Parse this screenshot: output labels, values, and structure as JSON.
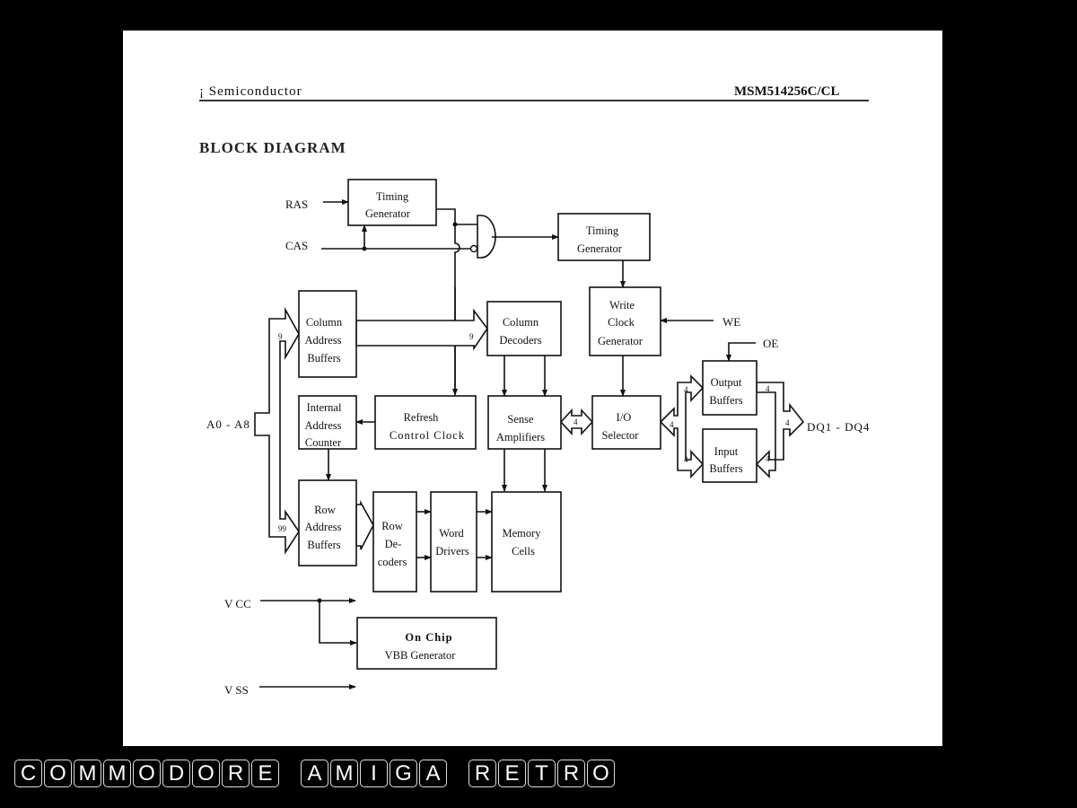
{
  "document": {
    "header_left": "¡ Semiconductor",
    "header_right": "MSM514256C/CL",
    "title": "BLOCK DIAGRAM"
  },
  "diagram": {
    "signals": {
      "ras": "RAS",
      "cas": "CAS",
      "we": "WE",
      "oe": "OE",
      "address": "A0 - A8",
      "data": "DQ1 - DQ4",
      "vcc": "V CC",
      "vss": "V SS"
    },
    "blocks": {
      "timing_gen_1": [
        "Timing",
        "Generator"
      ],
      "timing_gen_2": [
        "Timing",
        "Generator"
      ],
      "col_addr_buf": [
        "Column",
        "Address",
        "Buffers"
      ],
      "col_decoders": [
        "Column",
        "Decoders"
      ],
      "write_clock": [
        "Write",
        "Clock",
        "Generator"
      ],
      "int_addr_counter": [
        "Internal",
        "Address",
        "Counter"
      ],
      "refresh_clock": [
        "Refresh",
        "Control Clock"
      ],
      "sense_amps": [
        "Sense",
        "Amplifiers"
      ],
      "io_selector": [
        "I/O",
        "Selector"
      ],
      "output_buffers": [
        "Output",
        "Buffers"
      ],
      "input_buffers": [
        "Input",
        "Buffers"
      ],
      "row_addr_buf": [
        "Row",
        "Address",
        "Buffers"
      ],
      "row_decoders": [
        "Row",
        "De-",
        "coders"
      ],
      "word_drivers": [
        "Word",
        "Drivers"
      ],
      "memory_cells": [
        "Memory",
        "Cells"
      ],
      "vbb_gen": [
        "On Chip",
        "VBB Generator"
      ]
    },
    "bus_widths": {
      "col_addr_in": "9",
      "col_addr_out": "9",
      "row_addr_in": "99",
      "sense_io": "4",
      "io_buffers": "4",
      "to_output": "4",
      "to_input": "4",
      "out_to_dq": "4",
      "dq": "4",
      "dq_to_input": "4"
    }
  },
  "banner": {
    "words": [
      "COMMODORE",
      "AMIGA",
      "RETRO"
    ]
  }
}
